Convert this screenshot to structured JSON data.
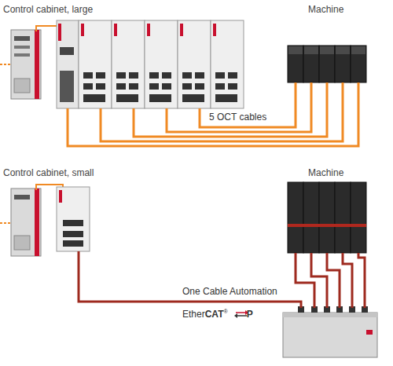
{
  "diagram": {
    "nodes": [
      {
        "text": [
          "Control cabinet, large"
        ]
      },
      {
        "text": [
          "Machine"
        ]
      },
      {
        "text": [
          "Control cabinet, small"
        ]
      },
      {
        "text": [
          "Machine"
        ]
      }
    ],
    "edges": [
      {
        "from": 0,
        "to": 1,
        "arrow": "none",
        "label": "5 OCT cables"
      },
      {
        "from": 2,
        "to": 3,
        "arrow": "none",
        "label": "One Cable Automation"
      }
    ],
    "labels": [
      "Ether",
      "CAT",
      "®",
      "P"
    ]
  }
}
